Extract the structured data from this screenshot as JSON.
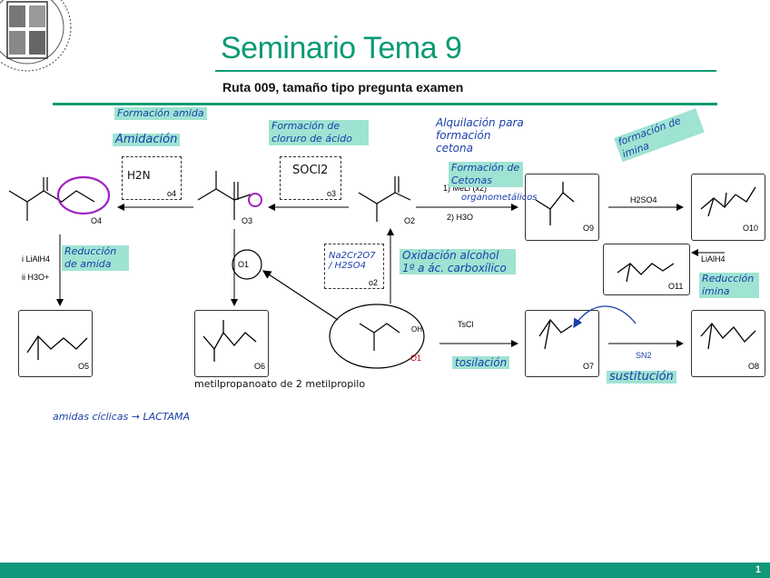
{
  "header": {
    "title": "Seminario Tema 9",
    "subtitle": "Ruta 009, tamaño tipo pregunta examen"
  },
  "colors": {
    "accent": "#0a9a73",
    "ink": "#1a3ea8",
    "highlight": "#9fe3d3",
    "purple": "#a020c0"
  },
  "compounds": {
    "o1": "O1",
    "o2": "O2",
    "o3": "O3",
    "o4": "O4",
    "o5": "O5",
    "o6": "O6",
    "o7": "O7",
    "o8": "O8",
    "o9": "O9",
    "o10": "O10",
    "o11": "O11"
  },
  "reagents": {
    "o3_reagent": "SOCl2",
    "o3_tag": "o3",
    "o4_reagent": "H2N",
    "o4_tag": "o4",
    "o2_reagent": "Na2Cr2O7 / H2SO4",
    "o2_tag": "o2",
    "o9_step1": "1) MeLi (x2)",
    "o9_step2": "2) H3O",
    "o10_reagent": "H2SO4",
    "o11_reagent": "LiAlH4",
    "o7_reagent": "TsCl",
    "o8_reagent": "SN2",
    "o5_step1": "i LiAlH4",
    "o5_step2": "ii H3O+",
    "oh_label": "OH"
  },
  "annotations": {
    "formacion_amida": "Formación amida",
    "amidacion": "Amidación",
    "formacion_cloruro": "Formación de cloruro de ácido",
    "alquilacion": "Alquilación para formación cetona",
    "formacion_cetonas": "Formación de Cetonas",
    "organometalicos": "organometálicos",
    "formacion_imina": "formación de imina",
    "reduccion_amida": "Reducción de amida",
    "oxidacion": "Oxidación alcohol 1º a ác. carboxílico",
    "tosilacion": "tosilación",
    "sustitucion": "sustitución",
    "reduccion_imina": "Reducción imina",
    "metilpropanoato": "metilpropanoato de 2 metilpropilo",
    "amidas_ciclicas": "amidas cíclicas → LACTAMA"
  },
  "footer": {
    "page_number": "1"
  }
}
